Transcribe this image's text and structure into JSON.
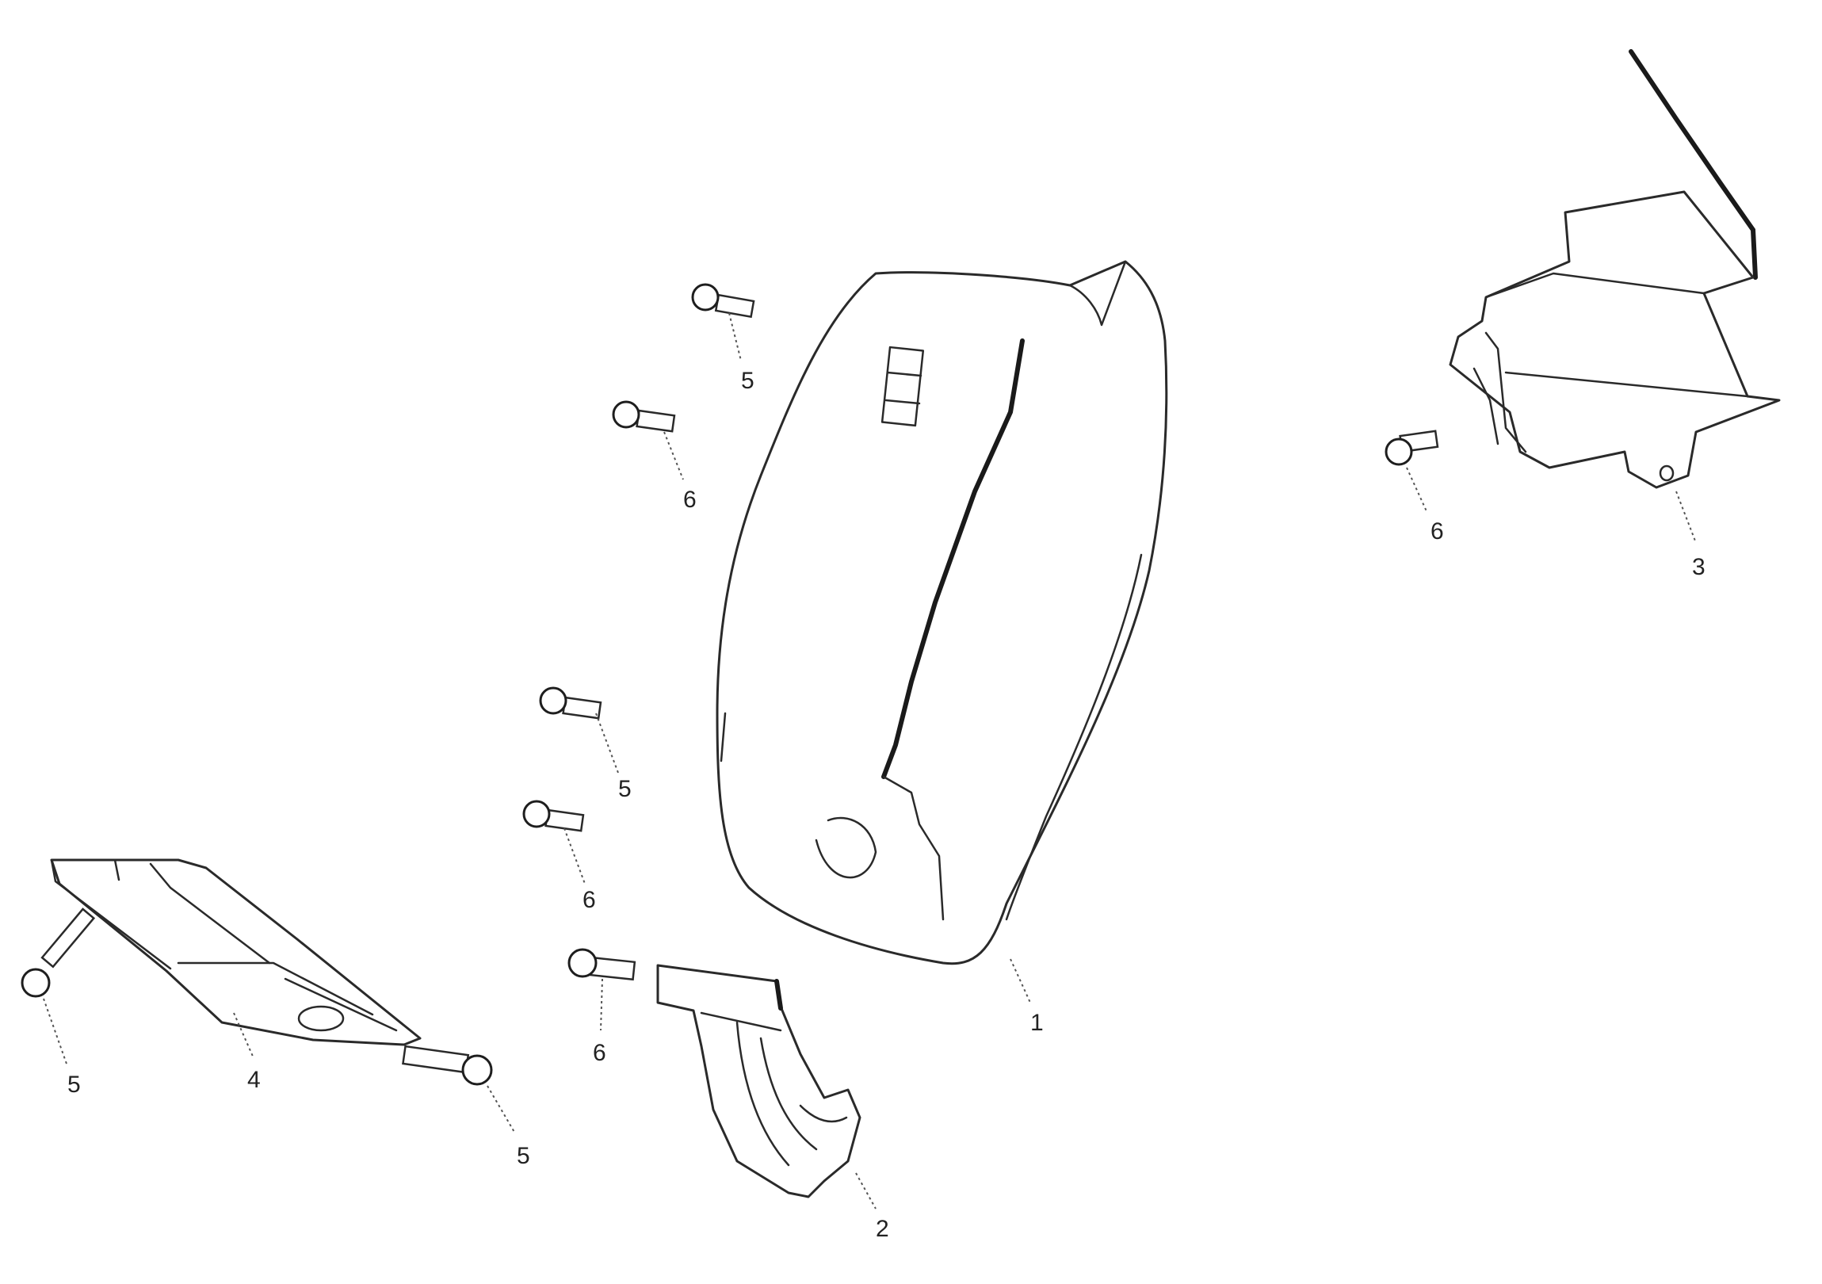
{
  "diagram": {
    "parts": [
      {
        "id": "timing-belt-cover",
        "callout": "1"
      },
      {
        "id": "lower-bracket",
        "callout": "2"
      },
      {
        "id": "upper-bracket",
        "callout": "3"
      },
      {
        "id": "side-plate",
        "callout": "4"
      }
    ],
    "bolts": [
      {
        "callout": "5"
      },
      {
        "callout": "6"
      },
      {
        "callout": "5"
      },
      {
        "callout": "6"
      },
      {
        "callout": "6"
      },
      {
        "callout": "5"
      },
      {
        "callout": "5"
      },
      {
        "callout": "6"
      }
    ]
  },
  "colors": {
    "line": "#2a2a2a",
    "background": "#ffffff"
  }
}
